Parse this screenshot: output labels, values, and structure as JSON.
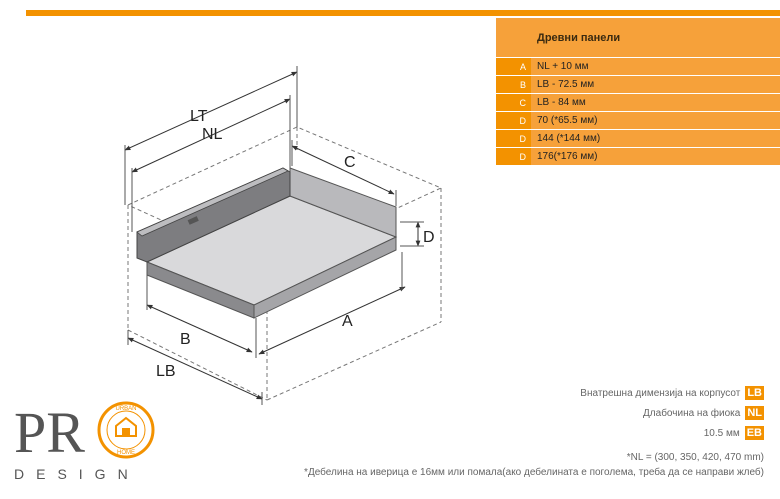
{
  "table": {
    "header": "Древни панели",
    "rows": [
      {
        "key": "A",
        "value": "NL + 10  мм"
      },
      {
        "key": "B",
        "value": "LB - 72.5 мм"
      },
      {
        "key": "C",
        "value": "LB - 84 мм"
      },
      {
        "key": "D",
        "value": "70 (*65.5 мм)"
      },
      {
        "key": "D",
        "value": "144 (*144 мм)"
      },
      {
        "key": "D",
        "value": "176(*176 мм)"
      }
    ]
  },
  "diagram_labels": {
    "lt": "LT",
    "nl": "NL",
    "c": "C",
    "d": "D",
    "a": "A",
    "b": "B",
    "lb": "LB"
  },
  "legend": [
    {
      "text": "Внатрешна димензија на корпусот",
      "tag": "LB"
    },
    {
      "text": "Длабочина на фиока",
      "tag": "NL"
    },
    {
      "text": "10.5 мм",
      "tag": "EB"
    }
  ],
  "footnotes": {
    "nl": "*NL = (300, 350, 420, 470 mm)",
    "thickness": "*Дебелина на иверица е 16мм или помала(ако дебелината е поголема, треба да се направи жлеб)"
  },
  "logo": {
    "letters": "PR",
    "word": "DESIGN",
    "ring_top": "URBAN",
    "ring_bottom": "HOME"
  },
  "colors": {
    "accent": "#f39200",
    "accent_light": "#f6a13a"
  }
}
